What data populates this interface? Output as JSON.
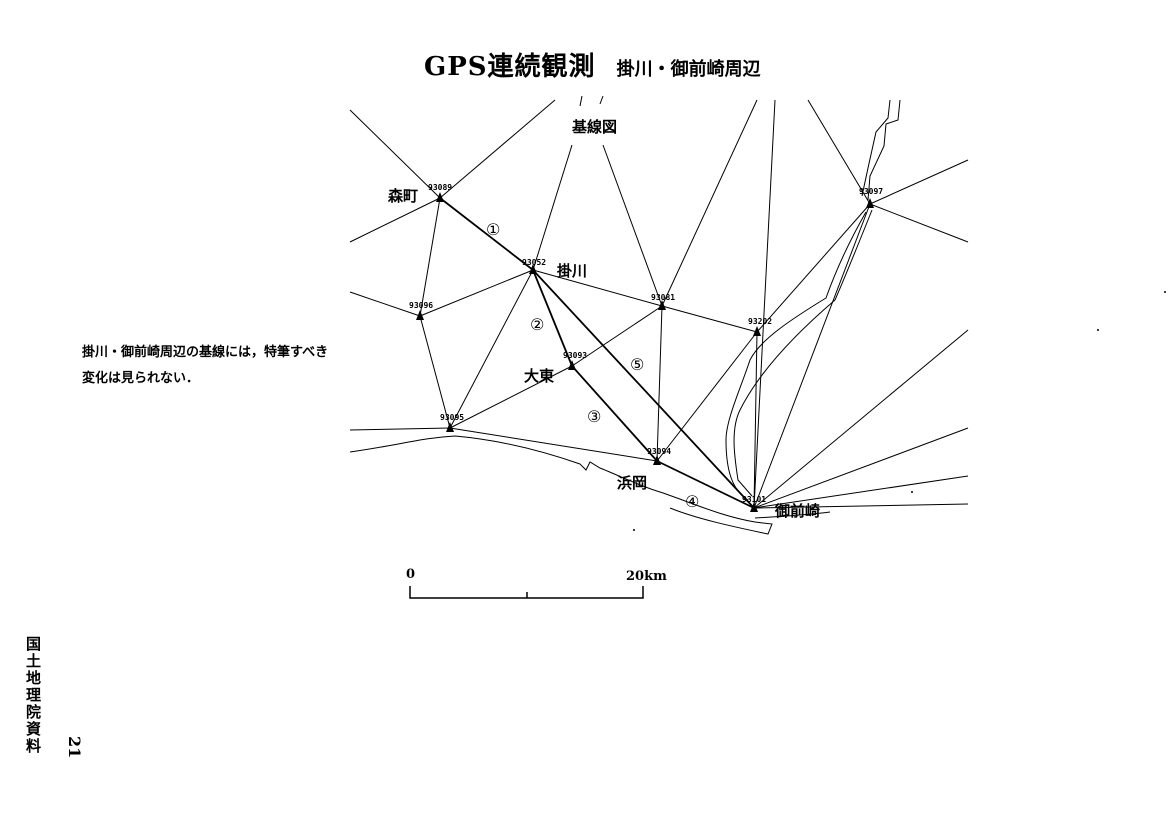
{
  "title": {
    "main": "GPS連続観測",
    "sub": "掛川・御前崎周辺"
  },
  "map_label": "基線図",
  "note_lines": [
    "掛川・御前崎周辺の基線には，特筆すべき",
    "変化は見られない．"
  ],
  "places": {
    "morimachi": "森町",
    "kakegawa": "掛川",
    "daito": "大東",
    "hamaoka": "浜岡",
    "omaezaki": "御前崎"
  },
  "stations": {
    "s93089": "93089",
    "s93052": "93052",
    "s93096": "93096",
    "s93081": "93081",
    "s93093": "93093",
    "s93202": "93202",
    "s93095": "93095",
    "s93094": "93094",
    "s93101": "93101",
    "s93097": "93097"
  },
  "baselines": [
    "①",
    "②",
    "③",
    "④",
    "⑤"
  ],
  "scale": {
    "start": "0",
    "end": "20km"
  },
  "side": {
    "org": "国土地理院資料",
    "page": "21"
  }
}
